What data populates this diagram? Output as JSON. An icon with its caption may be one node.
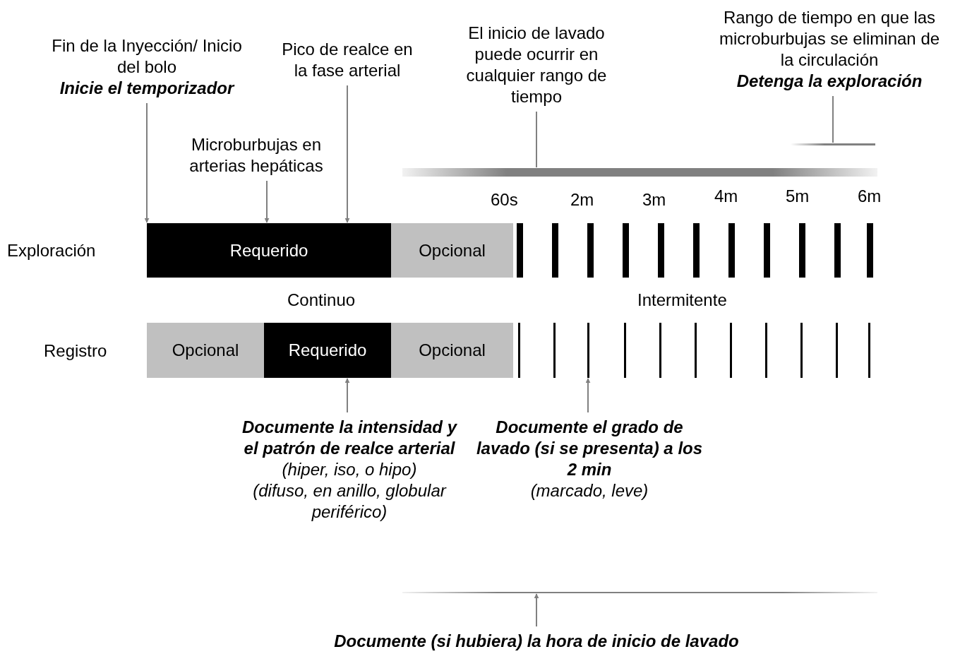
{
  "diagram": {
    "nodes": [
      {
        "text": [
          "Fin de la Inyección/ Inicio del bolo",
          "Inicie el temporizador"
        ]
      },
      {
        "text": [
          "Pico de realce en la fase arterial"
        ]
      },
      {
        "text": [
          "El inicio de lavado puede ocurrir en cualquier rango de tiempo"
        ]
      },
      {
        "text": [
          "Rango de tiempo en que las microburbujas se eliminan de la circulación",
          "Detenga la exploración"
        ]
      },
      {
        "text": [],
        "shape": "bar"
      },
      {
        "text": [
          "Microburbujas en arterias hepáticas"
        ]
      },
      {
        "text": [],
        "shape": "bar"
      },
      {
        "text": [
          "Requerido"
        ]
      },
      {
        "text": [
          "Opcional"
        ]
      },
      {
        "text": [
          "Opcional"
        ]
      },
      {
        "text": [
          "Requerido"
        ]
      },
      {
        "text": [
          "Opcional"
        ]
      },
      {
        "text": [],
        "shape": "bar"
      },
      {
        "text": [
          "Documente la intensidad y el patrón de realce arterial",
          "(hiper, iso, o hipo)",
          "(difuso, en anillo, globular periférico)"
        ]
      },
      {
        "text": [
          "Documente el grado de lavado (si se presenta) a los 2 min",
          "(marcado, leve)"
        ]
      },
      {
        "text": [],
        "shape": "bar"
      },
      {
        "text": [
          "Documente (si hubiera) la hora de inicio de lavado"
        ]
      }
    ],
    "edges": [
      {
        "from": 0,
        "to": 7,
        "arrow": "to"
      },
      {
        "from": 5,
        "to": 7,
        "arrow": "to"
      },
      {
        "from": 1,
        "to": 7,
        "arrow": "to"
      },
      {
        "from": 2,
        "to": 6,
        "arrow": "none"
      },
      {
        "from": 3,
        "to": 4,
        "arrow": "none"
      },
      {
        "from": 13,
        "to": 10,
        "arrow": "to"
      },
      {
        "from": 14,
        "to": 12,
        "arrow": "to"
      },
      {
        "from": 16,
        "to": 15,
        "arrow": "to"
      }
    ],
    "labels": [
      "60s",
      "2m",
      "3m",
      "4m",
      "5m",
      "6m",
      "Exploración",
      "Continuo",
      "Intermitente",
      "Registro"
    ]
  }
}
